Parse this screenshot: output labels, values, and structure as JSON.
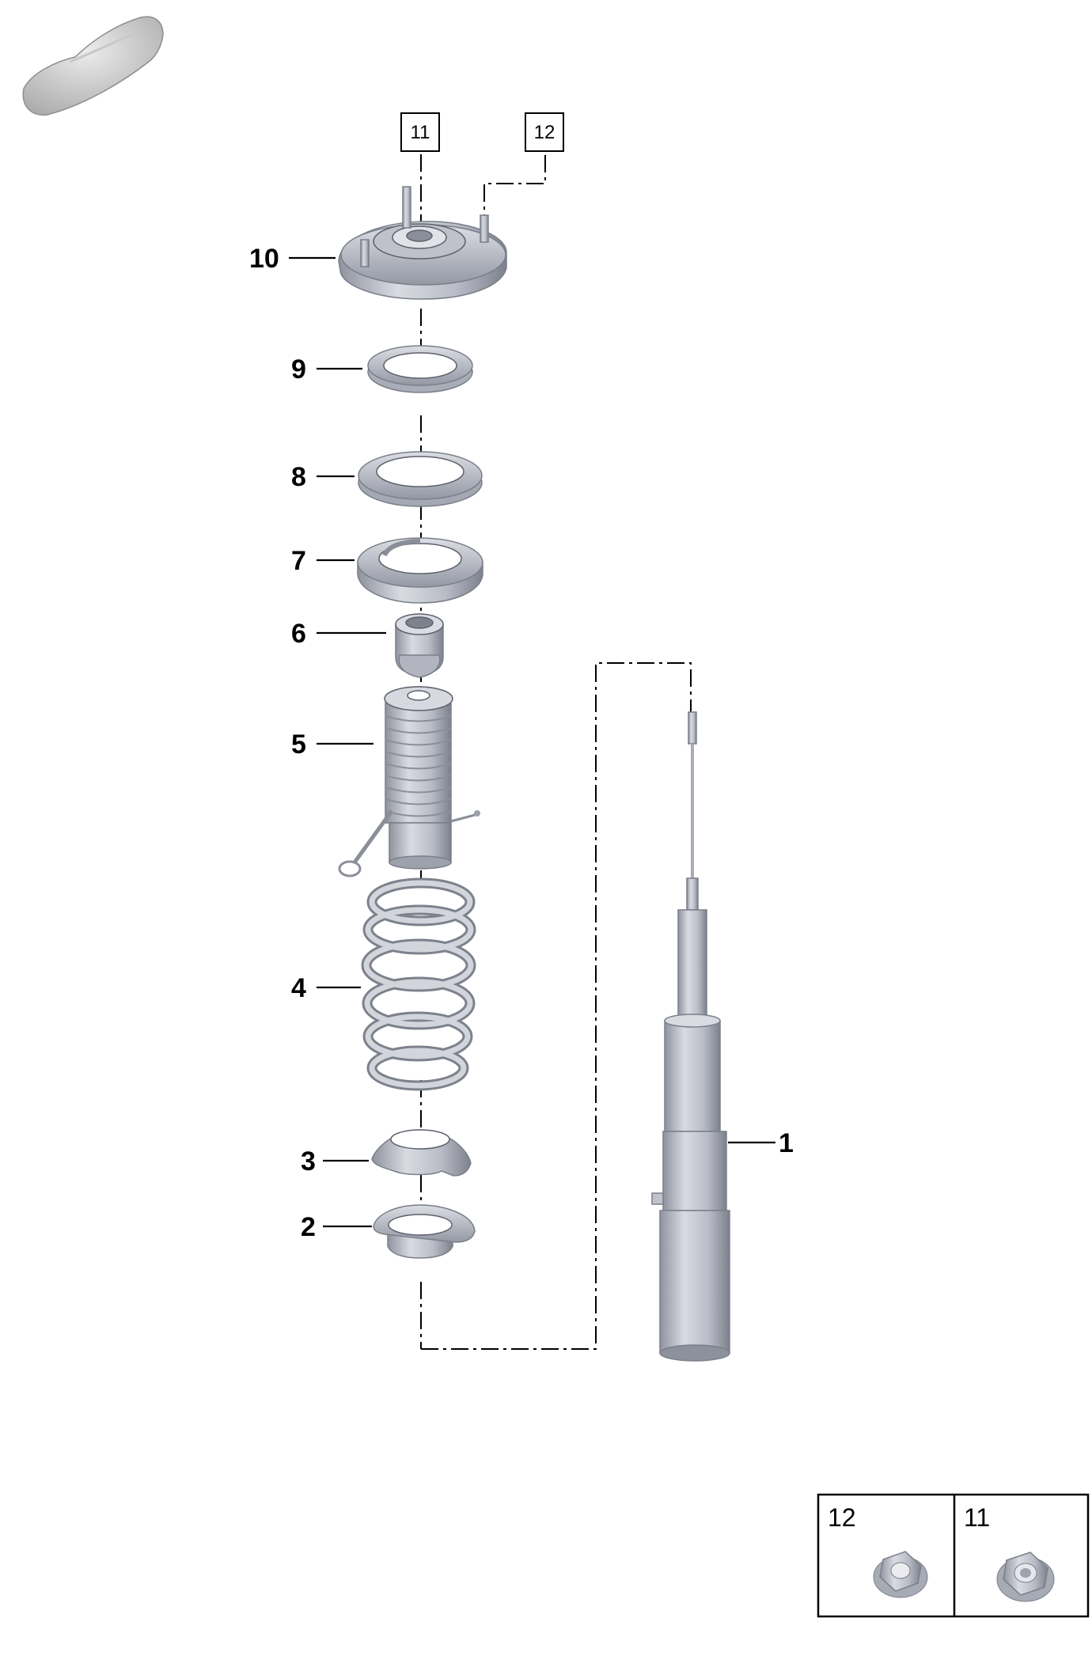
{
  "diagram": {
    "callouts": [
      {
        "id": "1",
        "text": "1"
      },
      {
        "id": "2",
        "text": "2"
      },
      {
        "id": "3",
        "text": "3"
      },
      {
        "id": "4",
        "text": "4"
      },
      {
        "id": "5",
        "text": "5"
      },
      {
        "id": "6",
        "text": "6"
      },
      {
        "id": "7",
        "text": "7"
      },
      {
        "id": "8",
        "text": "8"
      },
      {
        "id": "9",
        "text": "9"
      },
      {
        "id": "10",
        "text": "10"
      }
    ],
    "boxed_refs": [
      {
        "id": "11",
        "text": "11"
      },
      {
        "id": "12",
        "text": "12"
      }
    ],
    "legend": [
      {
        "id": "12",
        "text": "12"
      },
      {
        "id": "11",
        "text": "11"
      }
    ],
    "icons": [
      "car-silhouette-icon",
      "hex-flange-nut-icon"
    ],
    "colors": {
      "part_fill": "#c9ccd4",
      "part_shade": "#9ea2ad",
      "line": "#000000"
    }
  }
}
